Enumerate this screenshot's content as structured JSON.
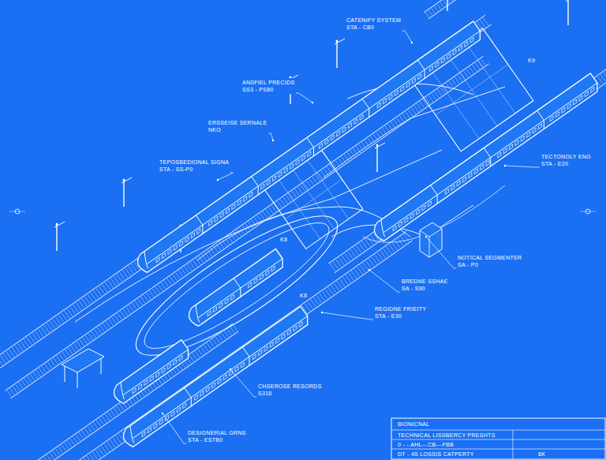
{
  "diagram": {
    "labels": [
      "CATENIFY SYSTEM",
      "STA - CB0",
      "ANSFIEL PRECIDS",
      "SS3 - PS80",
      "ERSSEISE SERNALE",
      "NKO",
      "TEPOSBEDIONAL SIGNA",
      "STA - SS-P0",
      "TECTONOLY ENG",
      "STA - E20",
      "NOTICAL SEGMENTER",
      "SA - P0",
      "BREDNE SSHAE",
      "SA - S90",
      "REGIDNE FRIEITY",
      "STA - E30",
      "CHSEROSE RESORDS",
      "S318",
      "DESIGNERIAL GRNS",
      "STA - ESTB0",
      "K9",
      "K8",
      "K8",
      "BIONICNAL",
      "TECHNICAL LISSBERCY PRESHTS",
      "0 - -.AHL--.CB---FBB",
      "DT - 4S LOSSIS CATPERTY",
      "8K"
    ]
  }
}
